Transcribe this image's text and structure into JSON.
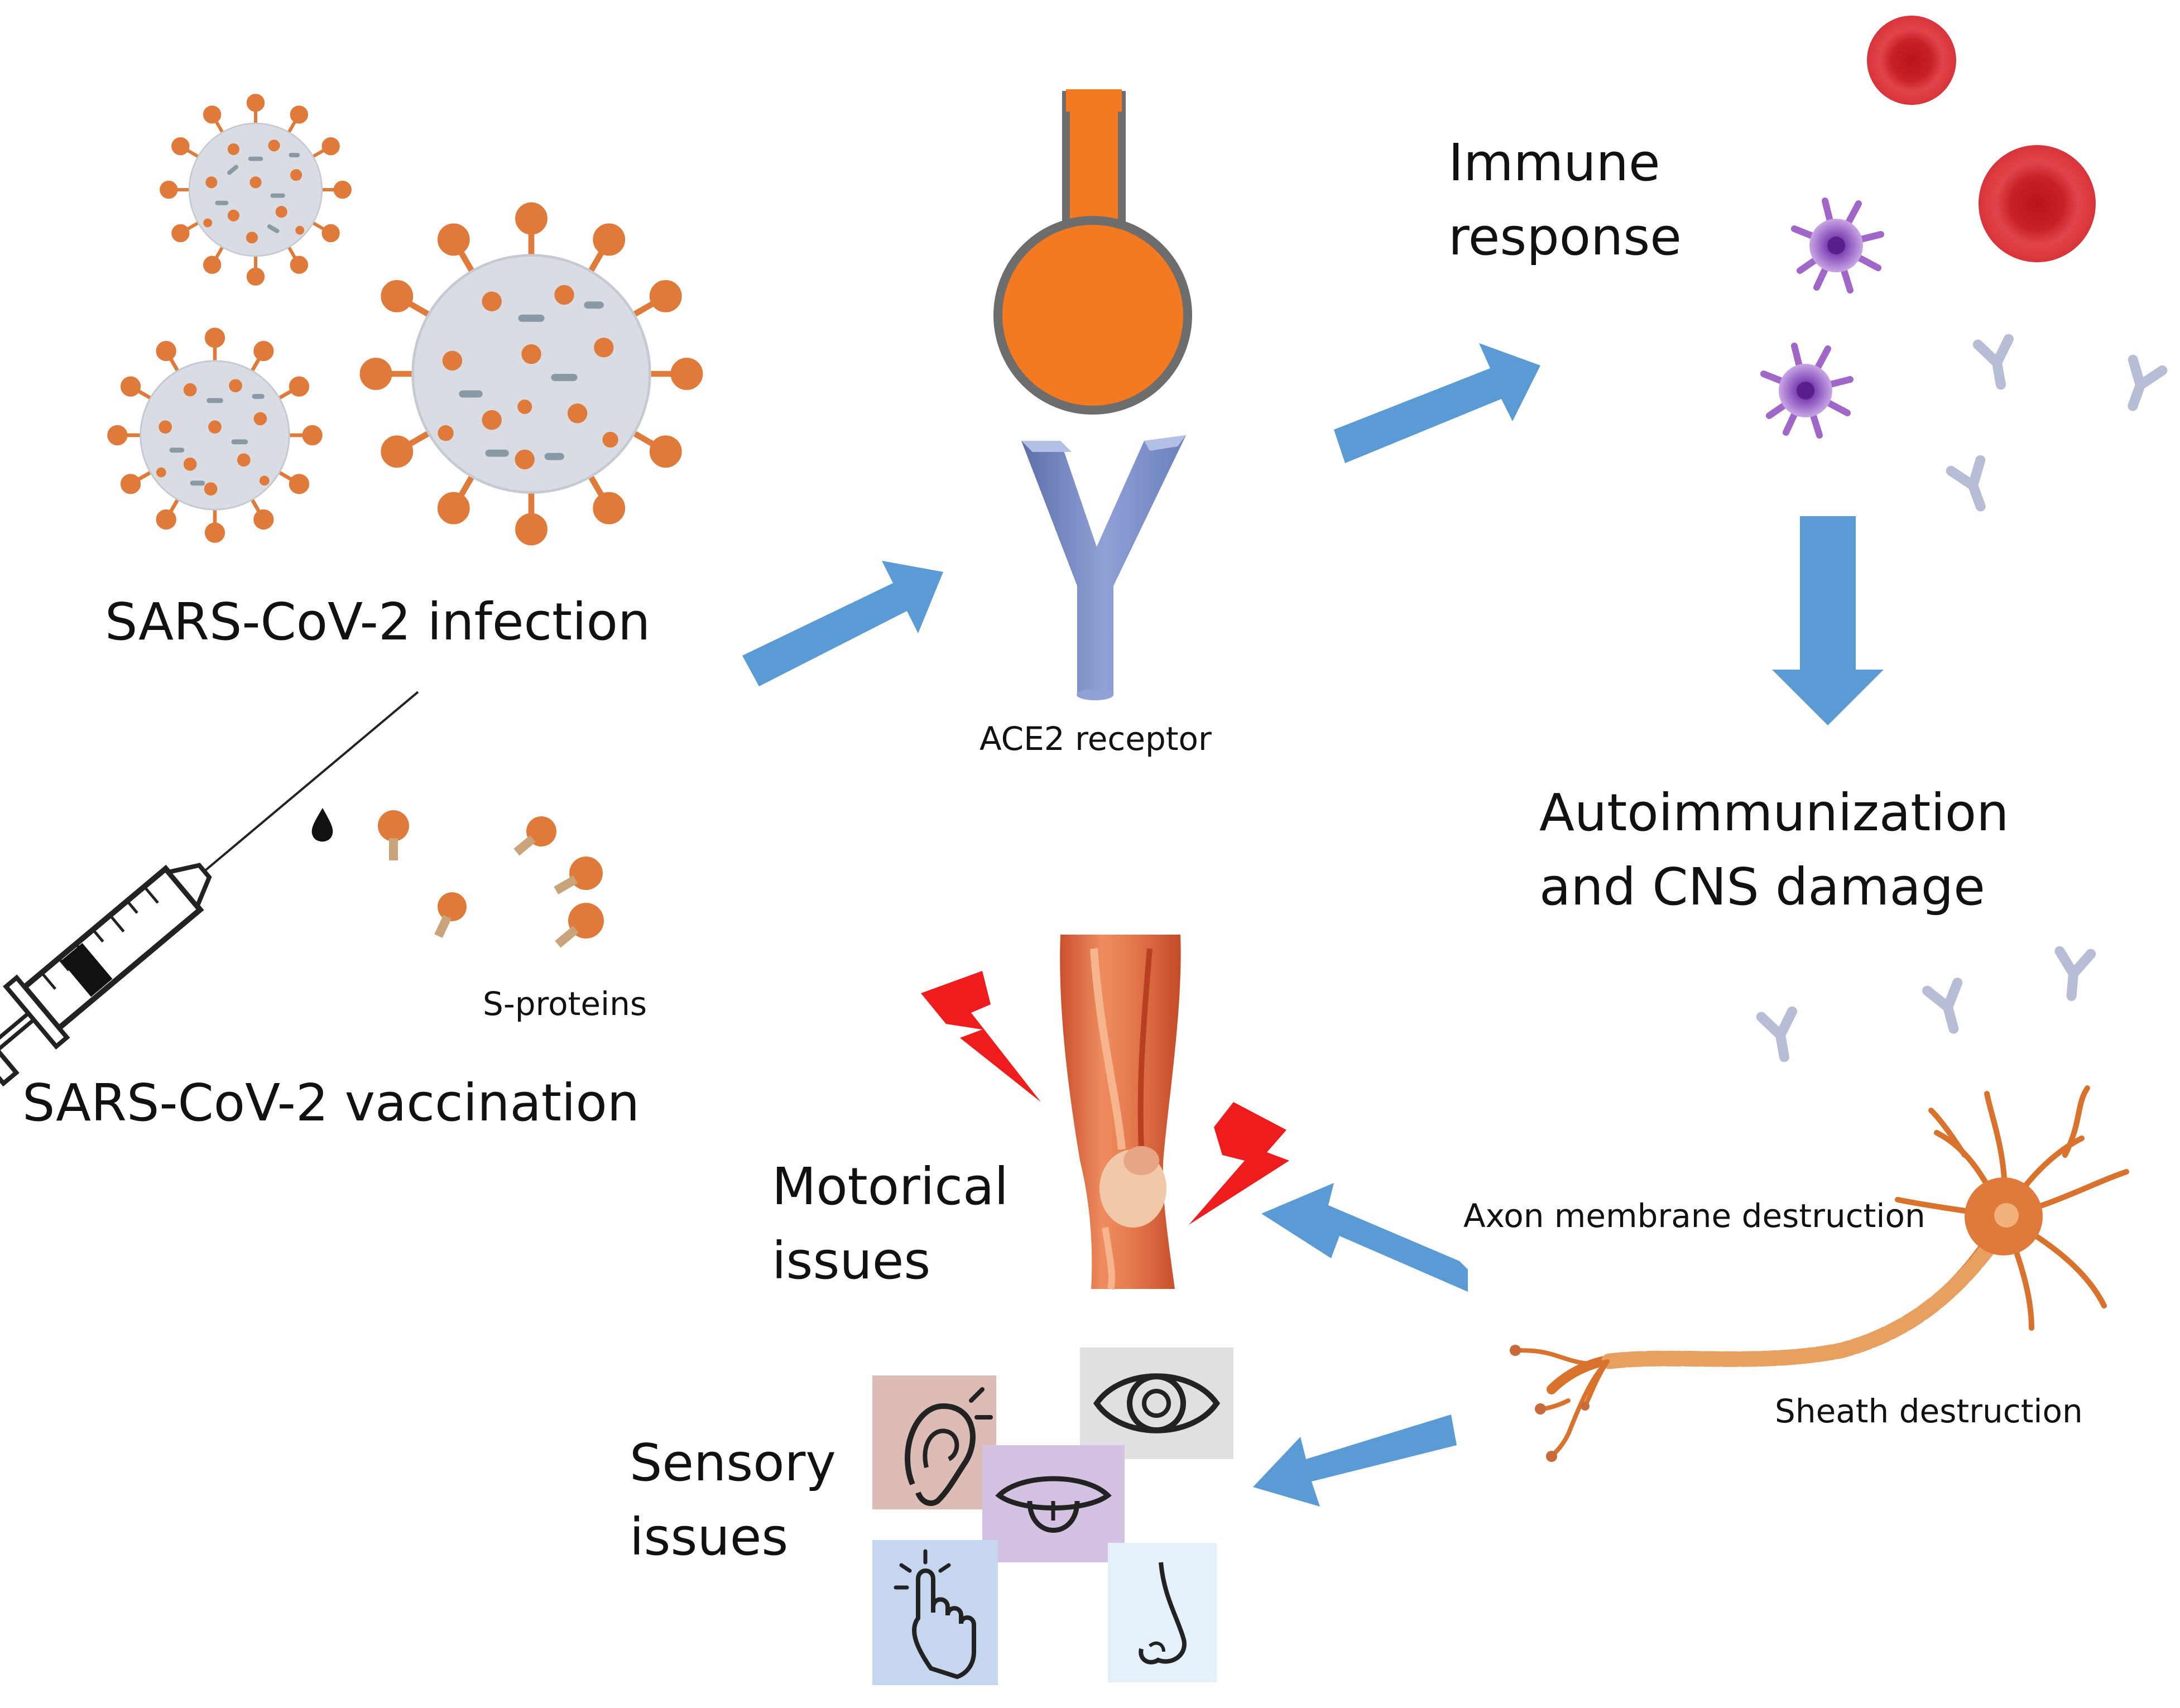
{
  "labels": {
    "infection": "SARS-CoV-2 infection",
    "vaccination": "SARS-CoV-2 vaccination",
    "s_proteins": "S-proteins",
    "ace2": "ACE2 receptor",
    "immune": "Immune\nresponse",
    "autoimmunization": "Autoimmunization\nand CNS damage",
    "motorical": "Motorical\nissues",
    "sensory": "Sensory\nissues",
    "axon": "Axon membrane  destruction",
    "sheath": "Sheath destruction"
  },
  "colors": {
    "arrow": "#5b9bd5",
    "virus_body": "#d9dde3",
    "spike": "#e07a3a",
    "receptor_head": "#f47a22",
    "receptor_y": "#7d8fc4",
    "red_cell": "#d9333a",
    "immune_cell": "#a066c8",
    "antibody": "#b8bdd6",
    "muscle": "#e0744c",
    "lightning": "#ee1c1c",
    "neuron": "#d9722c"
  },
  "icons": [
    "virus-icon",
    "syringe-icon",
    "s-protein-icon",
    "ace2-receptor-icon",
    "red-blood-cell-icon",
    "dendritic-cell-icon",
    "antibody-icon",
    "knee-icon",
    "lightning-icon",
    "ear-icon",
    "eye-icon",
    "tongue-icon",
    "touch-icon",
    "nose-icon",
    "neuron-icon"
  ]
}
